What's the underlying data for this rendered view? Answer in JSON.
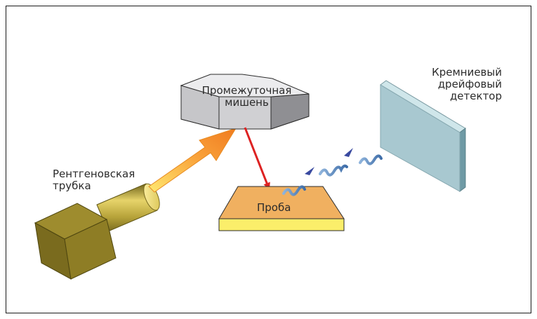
{
  "labels": {
    "xray_tube": [
      "Рентгеновская",
      "трубка"
    ],
    "secondary_target": [
      "Промежуточная",
      "мишень"
    ],
    "sample": "Проба",
    "detector": [
      "Кремниевый",
      "дрейфовый",
      "детектор"
    ]
  },
  "colors": {
    "frame": "#1a1a1a",
    "tube_body": "#8b7a22",
    "target_body": "#d6d6d8",
    "sample_top": "#f0b060",
    "sample_side": "#f8ee6a",
    "detector_face": "#a8c8d0",
    "primary_beam": "#f59a2a",
    "fluorescence_arrow": "#dd2222",
    "signal_waves": "#6a96c8"
  }
}
